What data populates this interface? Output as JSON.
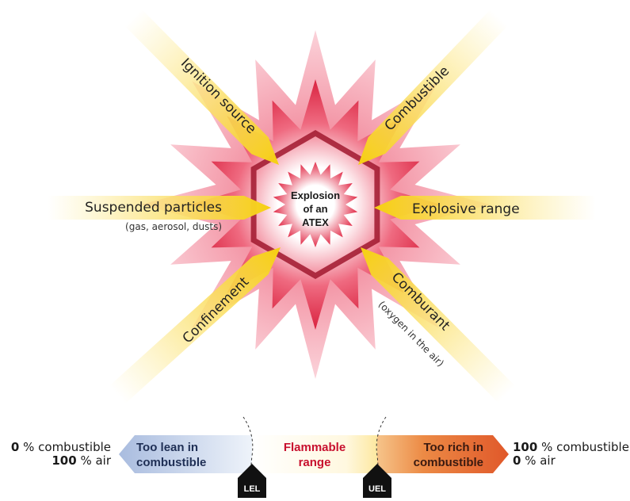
{
  "center_label": [
    "Explosion",
    "of an",
    "ATEX"
  ],
  "factors": {
    "ignition_source": "Ignition source",
    "combustible": "Combustible",
    "suspended_particles": "Suspended particles",
    "suspended_particles_note": "(gas, aerosol, dusts)",
    "explosive_range": "Explosive range",
    "confinement": "Confinement",
    "comburant": "Comburant",
    "comburant_note": "(oxygen in the air)"
  },
  "scale": {
    "left_pct": "0",
    "left_combustible_text": " % combustible",
    "left_air_pct": "100",
    "left_air_text": " % air",
    "right_pct": "100",
    "right_combustible_text": " % combustible",
    "right_air_pct": "0",
    "right_air_text": " % air",
    "too_lean": [
      "Too lean in",
      "combustible"
    ],
    "flammable": [
      "Flammable",
      "range"
    ],
    "too_rich": [
      "Too rich in",
      "combustible"
    ],
    "lel": "LEL",
    "uel": "UEL"
  },
  "colors": {
    "star_outer": "#f7b8c2",
    "star_mid": "#e8455e",
    "hexagon": "#a0182e",
    "ray": "#f7d21e",
    "flammable_text": "#c8102e",
    "lean_arrow": "#aebfe0",
    "rich_arrow": "#e3622c"
  }
}
